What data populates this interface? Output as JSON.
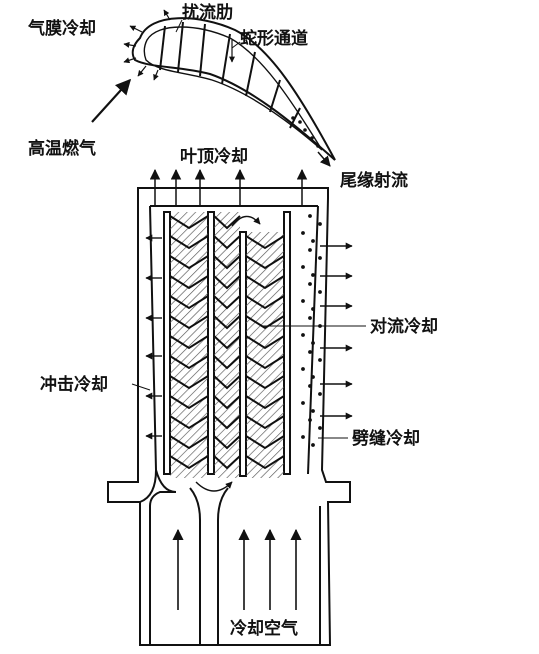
{
  "labels": {
    "film_cooling": "气膜冷却",
    "turbulator_rib": "扰流肋",
    "serpentine_channel": "蛇形通道",
    "hot_gas": "高温燃气",
    "tip_cooling": "叶顶冷却",
    "trailing_edge_jet": "尾缘射流",
    "convection_cooling": "对流冷却",
    "impingement_cooling": "冲击冷却",
    "slot_cooling": "劈缝冷却",
    "cooling_air": "冷却空气"
  },
  "colors": {
    "stroke": "#111111",
    "hatch": "#555555",
    "background": "#ffffff"
  }
}
